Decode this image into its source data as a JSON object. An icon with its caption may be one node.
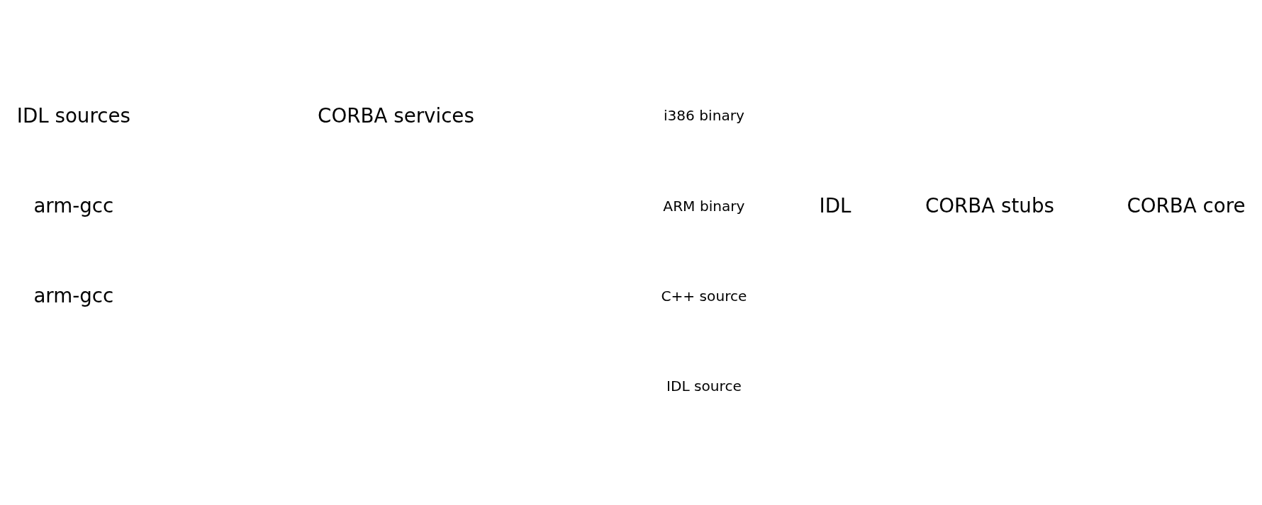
{
  "diagram": {
    "labels": [
      "IDL sources",
      "CORBA services",
      "arm-gcc",
      "IDL",
      "CORBA stubs",
      "CORBA core",
      "arm-gcc"
    ],
    "legend": [
      {
        "text": "i386 binary"
      },
      {
        "text": "ARM binary"
      },
      {
        "text": "C++ source"
      },
      {
        "text": "IDL source"
      }
    ]
  }
}
